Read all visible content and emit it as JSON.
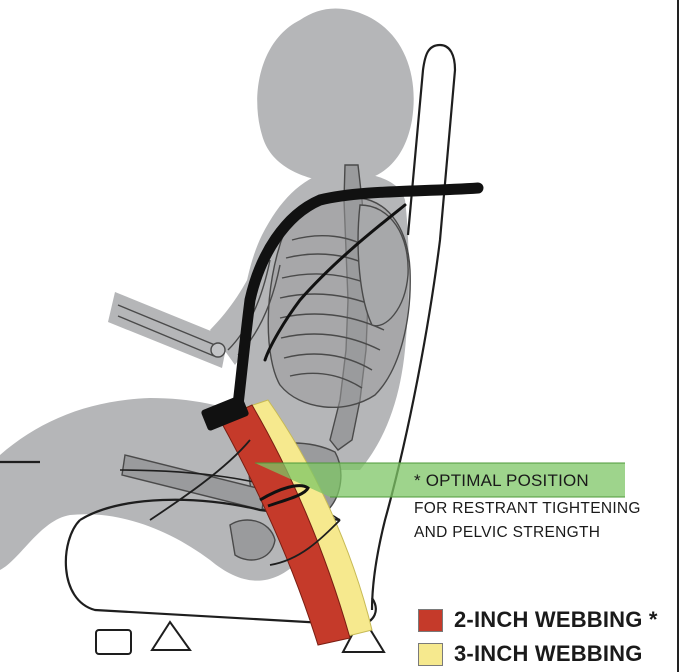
{
  "diagram": {
    "optimal_label": "* OPTIMAL POSITION",
    "description_line1": "FOR  RESTRANT TIGHTENING",
    "description_line2": "AND PELVIC STRENGTH"
  },
  "legend": [
    {
      "label": "2-INCH WEBBING *",
      "color": "#c53a2a"
    },
    {
      "label": "3-INCH WEBBING",
      "color": "#f6e98e"
    }
  ],
  "colors": {
    "silhouette": "#b5b6b8",
    "skeleton": "#9a9b9d",
    "outline": "#1e1e1e",
    "belt_shoulder": "#111111",
    "optimal_zone": "#7ec566"
  }
}
